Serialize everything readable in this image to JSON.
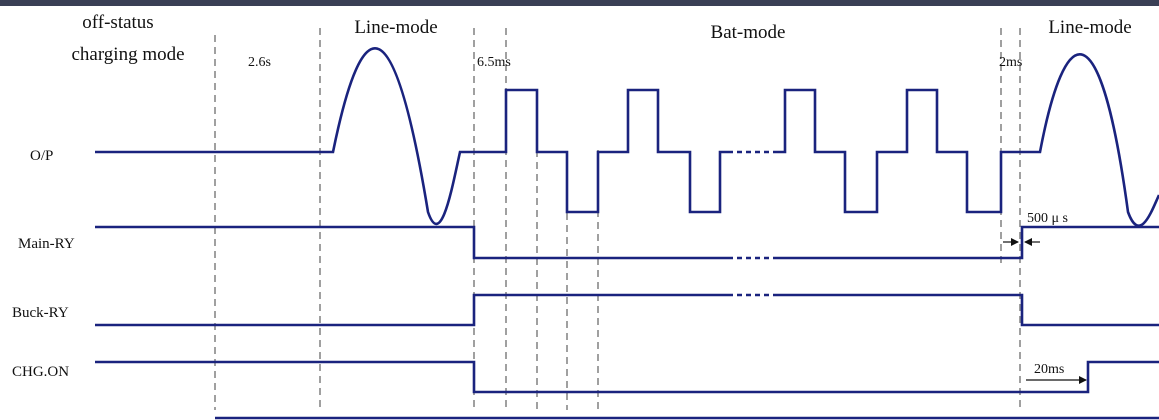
{
  "colors": {
    "signal": "#1a237e",
    "top_bar": "#3a3f55",
    "background": "#ffffff"
  },
  "modes": {
    "off_status_line1": "off-status",
    "off_status_line2": "charging mode",
    "line_mode_1": "Line-mode",
    "bat_mode": "Bat-mode",
    "line_mode_2": "Line-mode"
  },
  "timings": {
    "t_2_6s": "2.6s",
    "t_6_5ms": "6.5ms",
    "t_2ms": "2ms",
    "t_500us": "500 μ s",
    "t_20ms": "20ms"
  },
  "signals": {
    "op": "O/P",
    "main_ry": "Main-RY",
    "buck_ry": "Buck-RY",
    "chg_on": "CHG.ON"
  }
}
